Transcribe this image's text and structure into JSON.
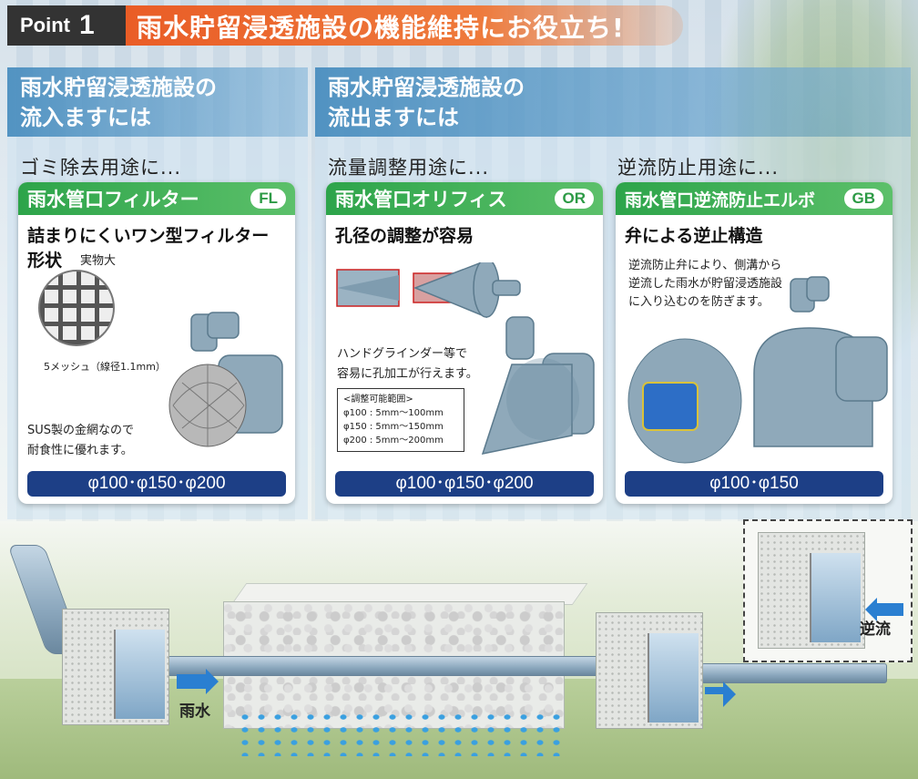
{
  "header": {
    "point_word": "Point",
    "point_number": "1",
    "title": "雨水貯留浸透施設の機能維持にお役立ち!"
  },
  "sections": {
    "inflow": {
      "line1": "雨水貯留浸透施設の",
      "line2": "流入ますには"
    },
    "outflow": {
      "line1": "雨水貯留浸透施設の",
      "line2": "流出ますには"
    }
  },
  "cards": [
    {
      "use": "ゴミ除去用途に...",
      "name": "雨水管口フィルター",
      "code": "FL",
      "feature": "詰まりにくいワン型フィルター形状",
      "real_size": "実物大",
      "mesh_spec": "5メッシュ（線径1.1mm）",
      "note_line1": "SUS製の金網なので",
      "note_line2": "耐食性に優れます。",
      "sizes": "φ100･φ150･φ200"
    },
    {
      "use": "流量調整用途に...",
      "name": "雨水管口オリフィス",
      "code": "OR",
      "feature": "孔径の調整が容易",
      "note_line1": "ハンドグラインダー等で",
      "note_line2": "容易に孔加工が行えます。",
      "range_title": "<調整可能範囲>",
      "ranges": [
        "φ100 : 5mm〜100mm",
        "φ150 : 5mm〜150mm",
        "φ200 : 5mm〜200mm"
      ],
      "sizes": "φ100･φ150･φ200"
    },
    {
      "use": "逆流防止用途に...",
      "name": "雨水管口逆流防止エルボ",
      "code": "GB",
      "feature": "弁による逆止構造",
      "note_line1": "逆流防止弁により、側溝から",
      "note_line2": "逆流した雨水が貯留浸透施設",
      "note_line3": "に入り込むのを防ぎます。",
      "sizes": "φ100･φ150"
    }
  ],
  "diagram": {
    "rain_label": "雨水",
    "backflow_label": "逆流"
  },
  "colors": {
    "header_orange": "#e8531f",
    "card_green": "#2da44a",
    "size_navy": "#1d3f86",
    "arrow_blue": "#2a7fd1"
  }
}
